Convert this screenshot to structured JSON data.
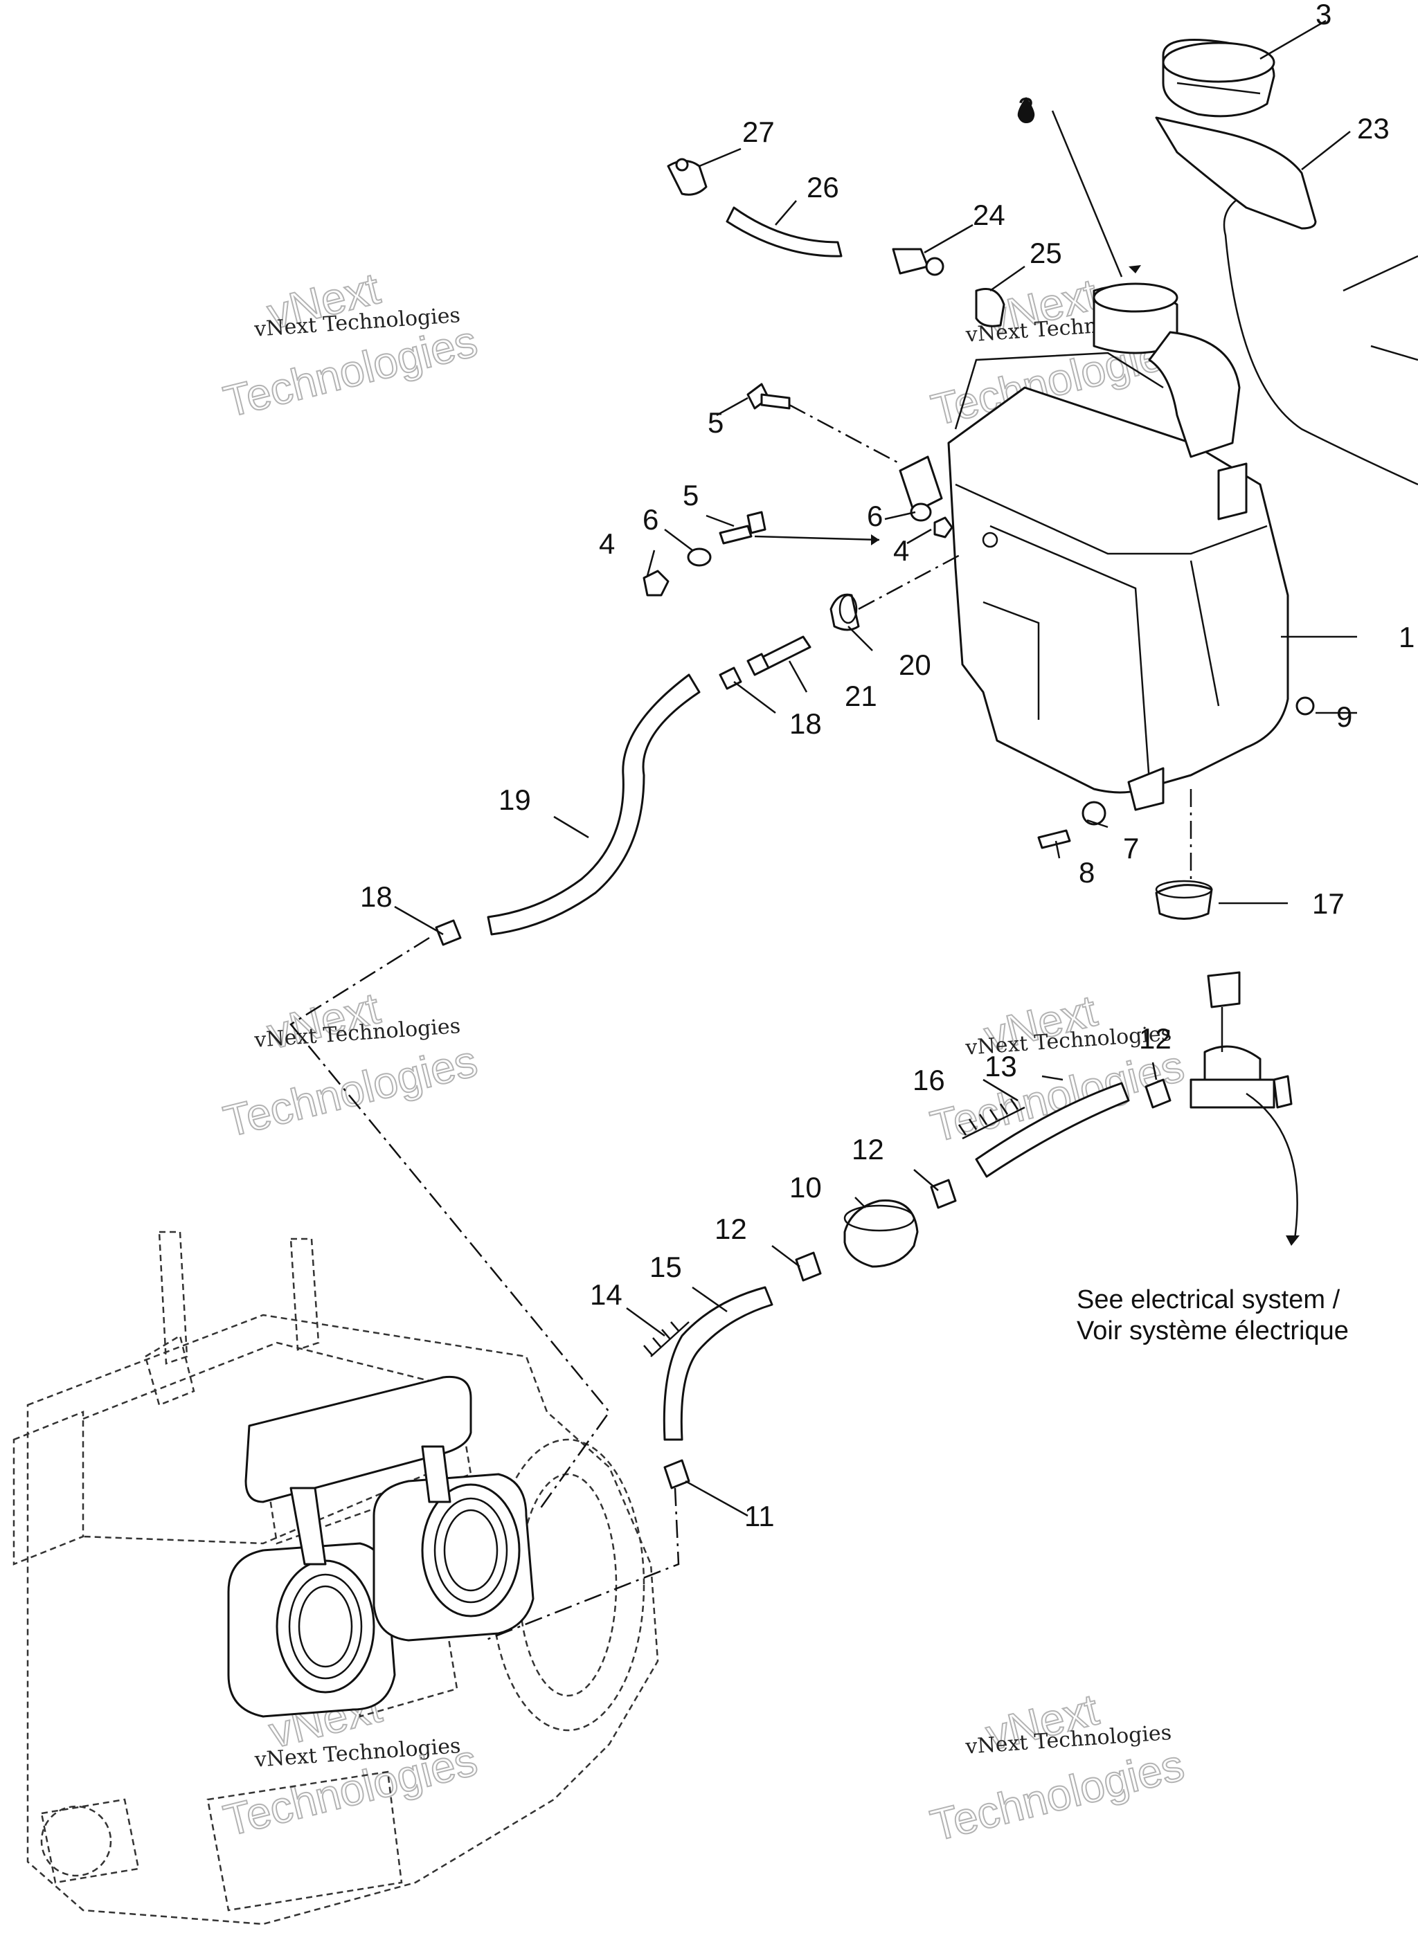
{
  "labels": {
    "p1": "1",
    "p2": "2",
    "p3": "3",
    "p4": "4",
    "p5": "5",
    "p6": "6",
    "p7": "7",
    "p8": "8",
    "p9": "9",
    "p10": "10",
    "p11": "11",
    "p12": "12",
    "p13": "13",
    "p14": "14",
    "p15": "15",
    "p16": "16",
    "p17": "17",
    "p18": "18",
    "p19": "19",
    "p20": "20",
    "p21": "21",
    "p23": "23",
    "p24": "24",
    "p25": "25",
    "p26": "26",
    "p27": "27"
  },
  "note": {
    "line1": "See electrical system /",
    "line2": "Voir système électrique"
  },
  "watermark": {
    "line1": "vNext",
    "line2": "vNext Technologies",
    "line3": "Technologies"
  }
}
